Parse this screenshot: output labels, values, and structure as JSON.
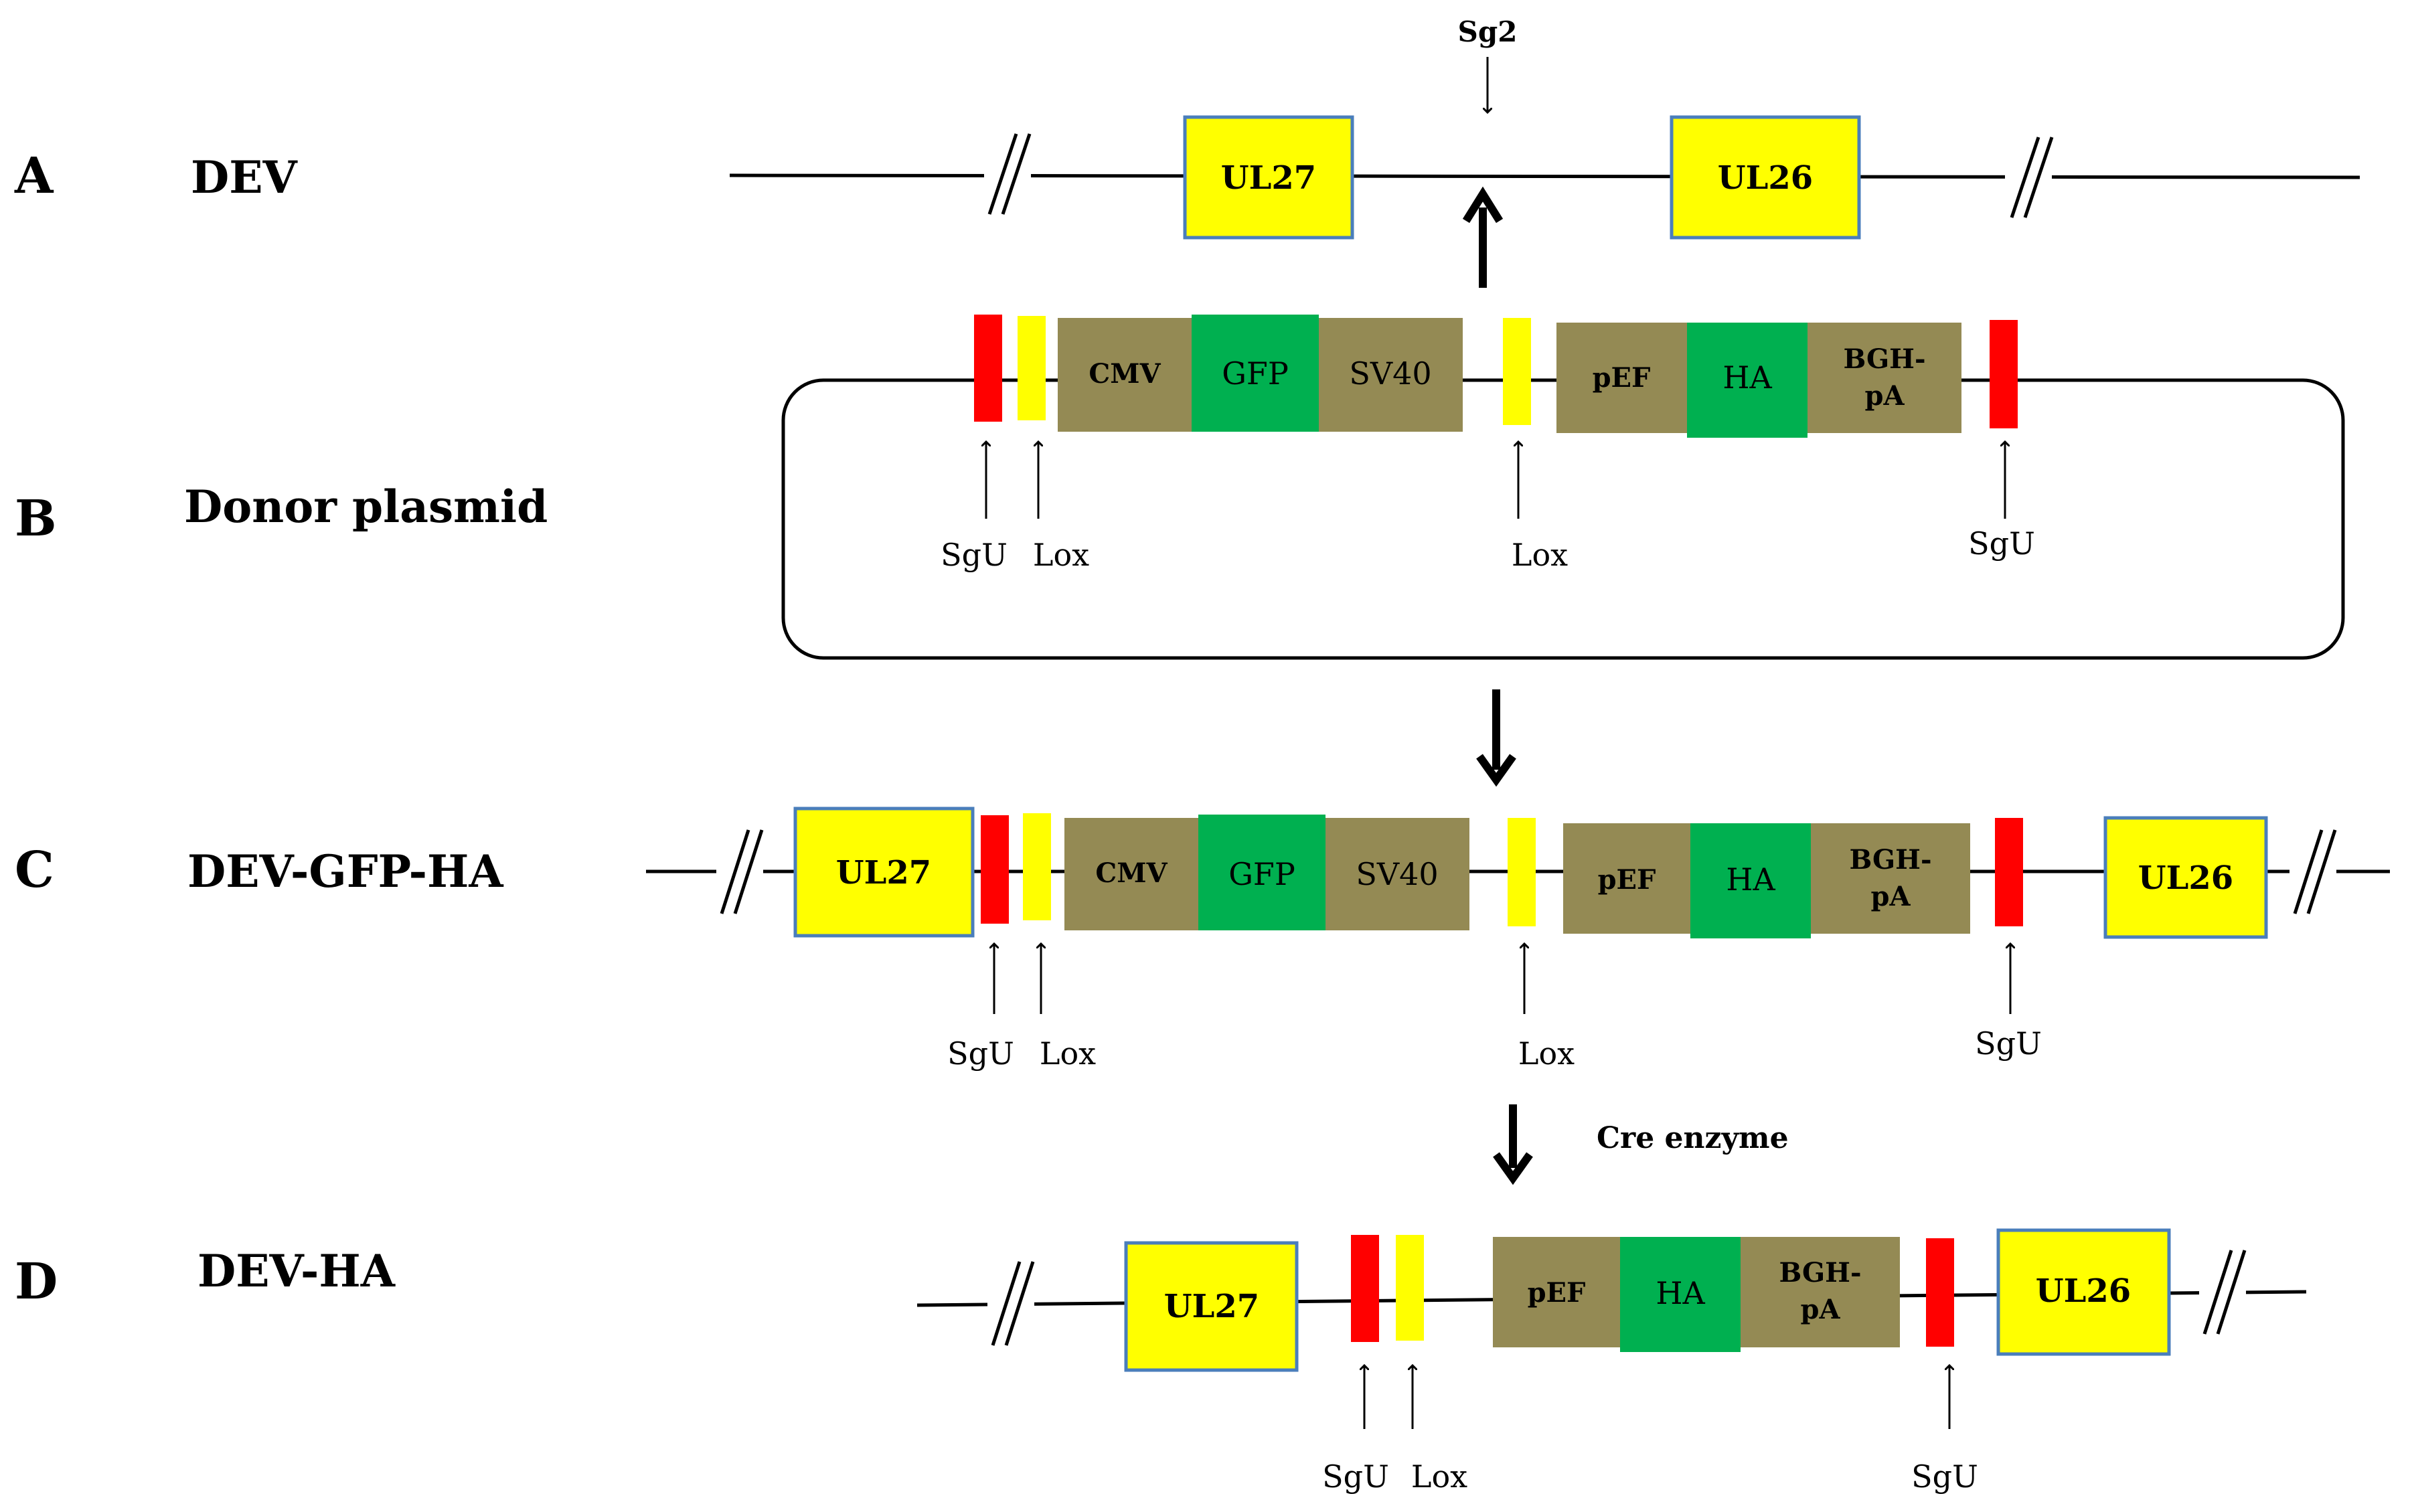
{
  "panels": {
    "a": {
      "letter": "A",
      "name": "DEV"
    },
    "b": {
      "letter": "B",
      "name": "Donor plasmid"
    },
    "c": {
      "letter": "C",
      "name": "DEV-GFP-HA"
    },
    "d": {
      "letter": "D",
      "name": "DEV-HA"
    }
  },
  "genes": {
    "ul27": "UL27",
    "ul26": "UL26"
  },
  "elements": {
    "cmv": "CMV",
    "gfp": "GFP",
    "sv40": "SV40",
    "pef": "pEF",
    "ha": "HA",
    "bgh_line1": "BGH-",
    "bgh_line2": "pA"
  },
  "sites": {
    "sgu": "SgU",
    "lox": "Lox",
    "sg2": "Sg2"
  },
  "notes": {
    "cre": "Cre enzyme"
  },
  "colors": {
    "gene_fill": "#ffff00",
    "gene_border": "#4a7ebb",
    "element_fill": "#948a54",
    "gfp_ha_fill": "#00b050",
    "sgu_site": "#ff0000",
    "lox_site": "#ffff00"
  }
}
